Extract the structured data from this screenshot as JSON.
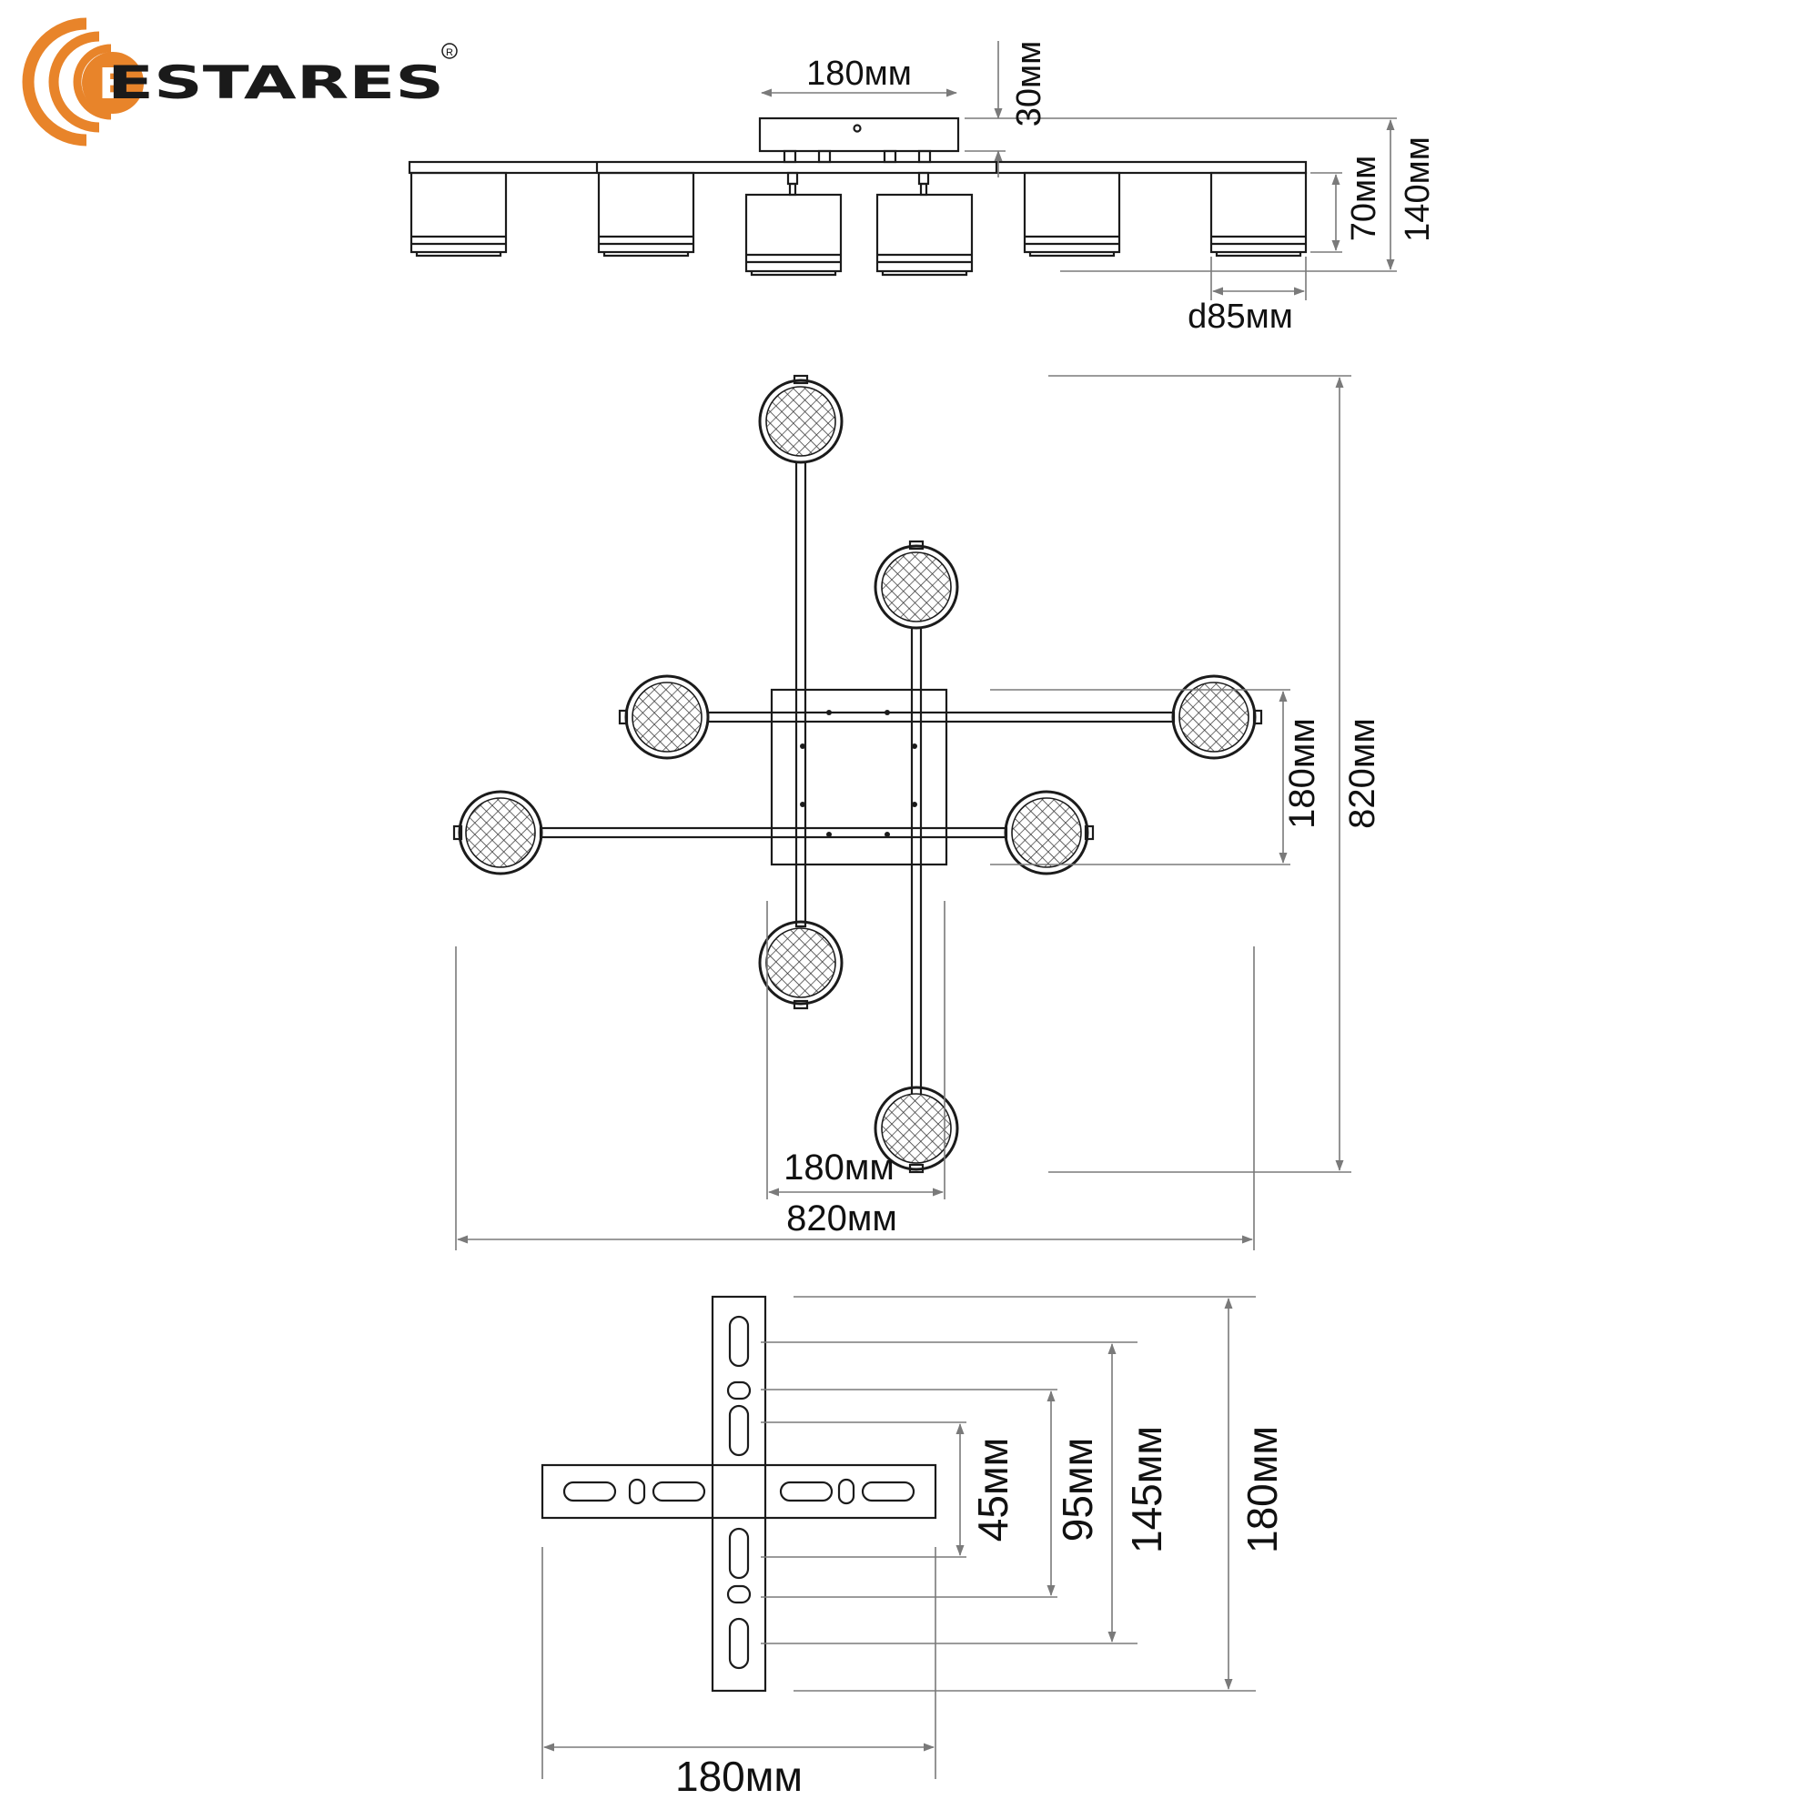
{
  "brand": {
    "name": "ESTARES",
    "letter": "E",
    "registered": "R",
    "accent_color": "#e8842a",
    "text_color": "#1a1a1a"
  },
  "side_view": {
    "base_width": "180мм",
    "base_height": "30мм",
    "shade_height": "70мм",
    "total_height": "140мм",
    "shade_diameter": "d85мм"
  },
  "top_view": {
    "base_size_vertical": "180мм",
    "total_height": "820мм",
    "base_size_horizontal": "180мм",
    "total_width": "820мм"
  },
  "mount_plate": {
    "hole_spacing_1": "45мм",
    "hole_spacing_2": "95мм",
    "hole_spacing_3": "145мм",
    "plate_length": "180мм",
    "plate_width": "180мм"
  },
  "colors": {
    "line": "#1b1b1b",
    "dimension_line": "#7a7a7a"
  }
}
